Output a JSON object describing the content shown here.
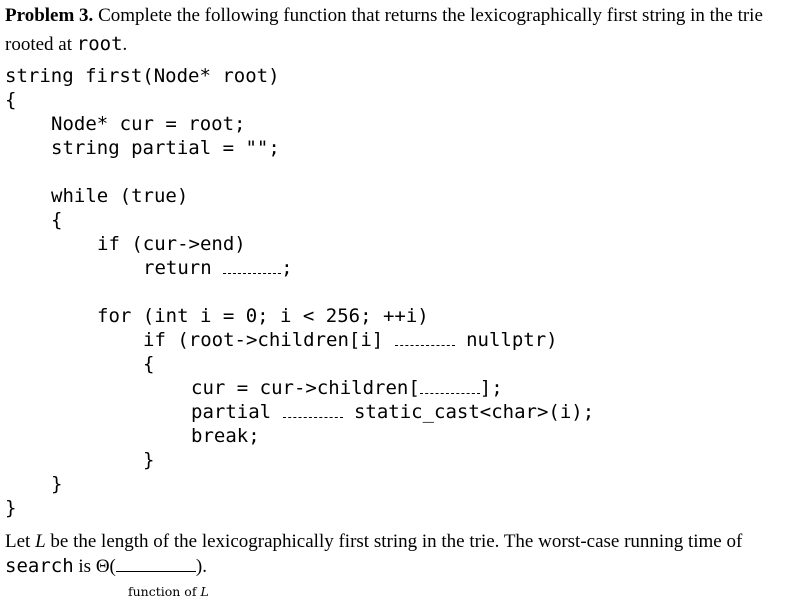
{
  "problem": {
    "label": "Problem 3.",
    "text_before": " Complete the following function that returns the lexicographically first string in the trie rooted at ",
    "code_word": "root",
    "text_after": "."
  },
  "code": {
    "signature": "string first(Node* root)",
    "open_brace": "{",
    "decl_cur": "Node* cur = root;",
    "decl_partial": "string partial = \"\";",
    "while_line": "while (true)",
    "while_open": "{",
    "if_end": "if (cur->end)",
    "return_kw": "return ",
    "return_tail": ";",
    "for_line": "for (int i = 0; i < 256; ++i)",
    "if_children": "if (root->children[i] ",
    "if_children_tail": " nullptr)",
    "if_open": "{",
    "assign_cur": "cur = cur->children[",
    "assign_cur_tail": "];",
    "partial_kw": "partial ",
    "partial_tail": " static_cast<char>(i);",
    "break_kw": "break;",
    "if_close": "}",
    "while_close": "}",
    "func_close": "}"
  },
  "closing": {
    "line1_a": "Let ",
    "var_L": "L",
    "line1_b": " be the length of the lexicographically first string in the trie. The worst-case running time of",
    "code_search": "search",
    "line2_b": " is Θ(",
    "line2_c": ")."
  },
  "caption": {
    "text": "function of ",
    "var": "L"
  }
}
